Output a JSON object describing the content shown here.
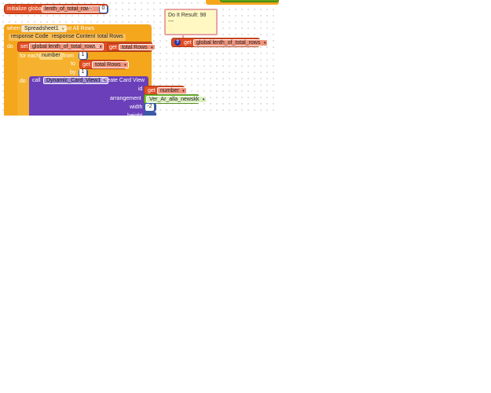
{
  "colors": {
    "event": "#f4a61d",
    "variable": "#e04e25",
    "procedure": "#6a3fb9",
    "math": "#3b5ba8",
    "text_block": "#5ea41a",
    "comment": "#fff8c2"
  },
  "init_block": {
    "label": "initialize global",
    "var_name": "lenth_of_total_rows",
    "to_label": "to",
    "value": "0"
  },
  "event_block": {
    "when_label": "when",
    "component": "Spreadsheet1",
    "event": ".Got All Rows",
    "params": [
      "response Code",
      "response Content",
      "total Rows"
    ],
    "do_label": "do"
  },
  "set_block": {
    "set_label": "set",
    "var_name": "global lenth_of_total_rows",
    "to_label": "to",
    "get_label": "get",
    "get_var": "total Rows"
  },
  "for_block": {
    "label": "for each",
    "var": "number",
    "from_label": "from",
    "from_value": "1",
    "to_label": "to",
    "get_label": "get",
    "to_var": "total Rows",
    "by_label": "by",
    "by_value": "1",
    "do_label": "do"
  },
  "call_block": {
    "call_label": "call",
    "component": "Dynamic_Card_View1",
    "method": ".Create Card View",
    "id_label": "id",
    "id_get_label": "get",
    "id_var": "number",
    "arrangement_label": "arrangement",
    "arrangement_value": "Ver_Ar_alla_newskk",
    "width_label": "width",
    "width_value": "-2",
    "height_label": "height"
  },
  "comment_bubble": {
    "line1": "Do It Result: 98",
    "line2": "---"
  },
  "floating_get": {
    "warning_icon": "question-mark",
    "get_label": "get",
    "var_name": "global lenth_of_total_rows"
  }
}
